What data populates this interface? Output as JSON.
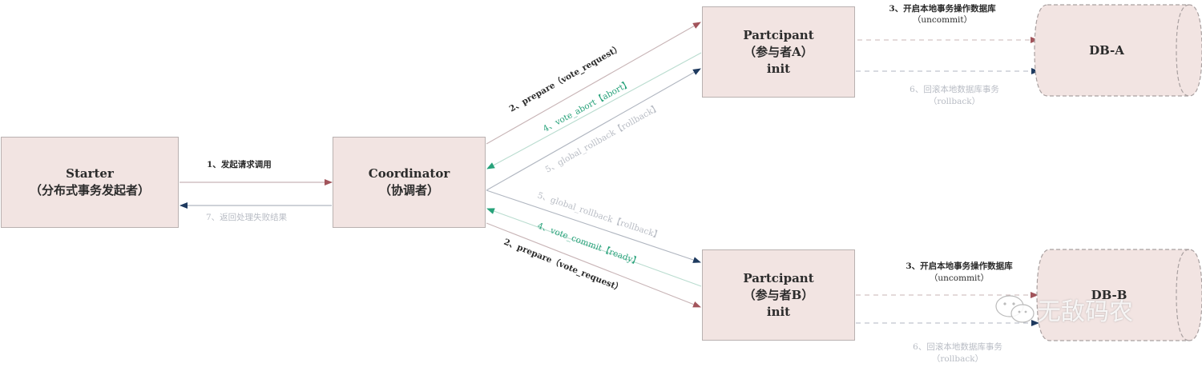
{
  "nodes": {
    "starter": {
      "title": "Starter",
      "subtitle": "（分布式事务发起者）"
    },
    "coordinator": {
      "title": "Coordinator",
      "subtitle": "（协调者）"
    },
    "participant_a": {
      "title": "Partcipant",
      "subtitle": "（参与者A）",
      "state": "init"
    },
    "participant_b": {
      "title": "Partcipant",
      "subtitle": "（参与者B）",
      "state": "init"
    },
    "db_a": {
      "label": "DB-A"
    },
    "db_b": {
      "label": "DB-B"
    }
  },
  "edges": {
    "start_call": "1、发起请求调用",
    "return_result": "7、返回处理失败结果",
    "prepare_a": "2、prepare（vote_request）",
    "vote_abort_a": "4、vote_abort【abort】",
    "rollback_a": "5、global_rollback【rollback】",
    "rollback_b": "5、global_rollback【rollback】",
    "vote_commit_b": "4、vote_commit【ready】",
    "prepare_b": "2、prepare（vote_request）",
    "local_tx_a_line1": "3、开启本地事务操作数据库",
    "local_tx_a_line2": "（uncommit）",
    "rollback_db_a_line1": "6、回滚本地数据库事务",
    "rollback_db_a_line2": "（rollback）",
    "local_tx_b_line1": "3、开启本地事务操作数据库",
    "local_tx_b_line2": "（uncommit）",
    "rollback_db_b_line1": "6、回滚本地数据库事务",
    "rollback_db_b_line2": "（rollback）"
  },
  "colors": {
    "request_arrow": "#a2545b",
    "green_arrow": "#27a27a",
    "navy_arrow": "#1e3a5f",
    "box_fill": "#f2e4e2"
  },
  "watermark": {
    "text": "无敌码农",
    "icon": "wechat-icon"
  }
}
